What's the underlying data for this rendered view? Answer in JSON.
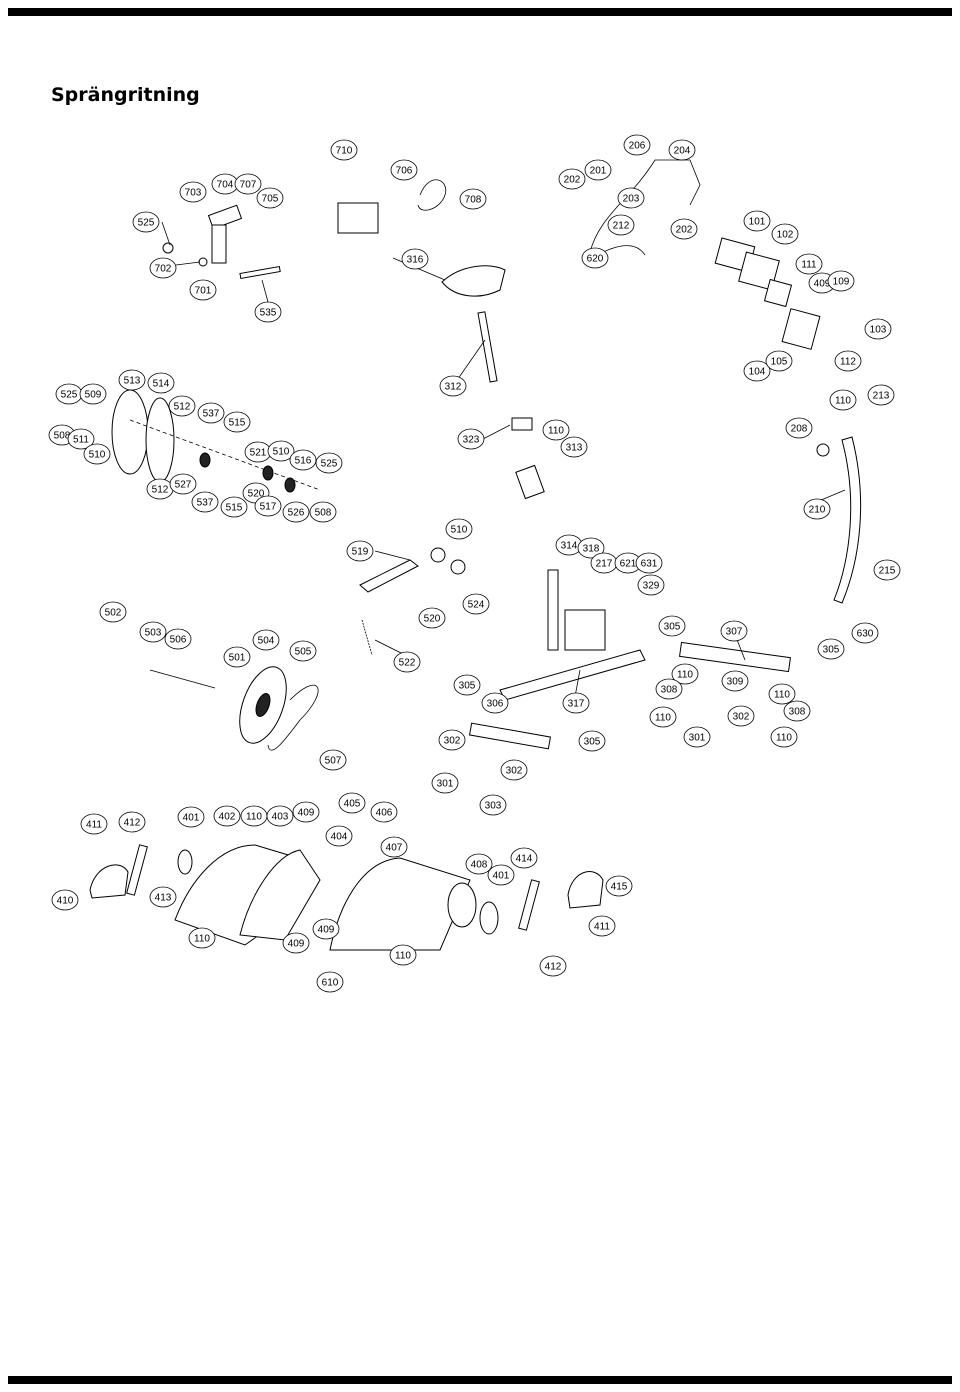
{
  "page": {
    "title": "Sprängritning"
  },
  "callouts": [
    "525",
    "702",
    "701",
    "703",
    "704",
    "707",
    "705",
    "535",
    "710",
    "706",
    "708",
    "316",
    "202",
    "201",
    "206",
    "204",
    "203",
    "212",
    "202b",
    "620",
    "101",
    "102",
    "111",
    "409",
    "109",
    "103",
    "104",
    "105",
    "112",
    "110",
    "213",
    "525",
    "509",
    "513",
    "514",
    "512",
    "537",
    "515",
    "508",
    "511",
    "510",
    "521",
    "510",
    "516",
    "525",
    "512",
    "527",
    "537",
    "515",
    "520",
    "517",
    "526",
    "508",
    "312",
    "323",
    "110",
    "313",
    "208",
    "210",
    "519",
    "510",
    "520",
    "524",
    "314",
    "318",
    "217",
    "621",
    "631",
    "329",
    "215",
    "502",
    "503",
    "506",
    "501",
    "504",
    "505",
    "522",
    "507",
    "305",
    "306",
    "317",
    "302",
    "305",
    "301",
    "302",
    "303",
    "305",
    "307",
    "305",
    "630",
    "110",
    "308",
    "309",
    "110",
    "110",
    "302",
    "308",
    "301",
    "110",
    "411",
    "412",
    "401",
    "402",
    "110",
    "403",
    "409",
    "405",
    "406",
    "404",
    "407",
    "410",
    "413",
    "110",
    "409",
    "409",
    "408",
    "401",
    "414",
    "415",
    "411",
    "412",
    "610",
    "110"
  ]
}
